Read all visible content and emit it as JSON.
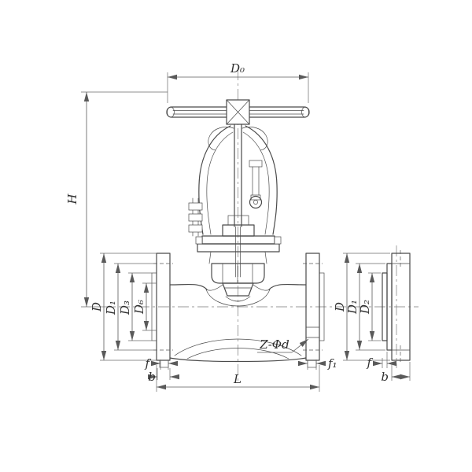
{
  "drawing": {
    "type": "technical-drawing",
    "subject": "globe-valve-sectional-elevation-with-flange-side-view",
    "colors": {
      "line": "#4a4a4a",
      "dimension": "#5a5a5a",
      "background": "#ffffff"
    },
    "front_view": {
      "labels": {
        "d0": "D₀",
        "h": "H",
        "d": "D",
        "d1": "D₁",
        "d3": "D₃",
        "d6": "D₆",
        "f": "f",
        "b": "b",
        "l": "L",
        "z_phi_d": "Z-Φd",
        "f1": "f₁"
      }
    },
    "side_view": {
      "labels": {
        "d": "D",
        "d1": "D₁",
        "d2": "D₂",
        "f": "f",
        "b": "b"
      }
    }
  }
}
